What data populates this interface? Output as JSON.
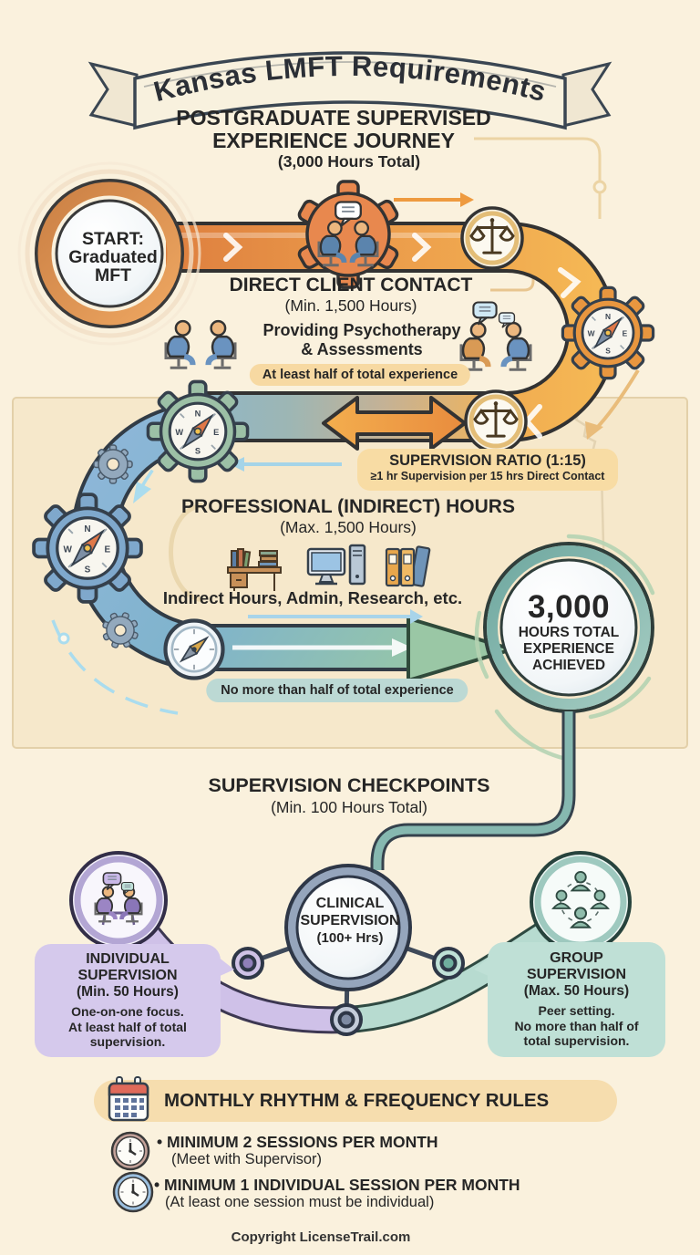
{
  "banner": {
    "title": "Kansas LMFT Requirements"
  },
  "header": {
    "line1": "POSTGRADUATE SUPERVISED",
    "line2": "EXPERIENCE JOURNEY",
    "total": "(3,000 Hours Total)"
  },
  "start": {
    "l1": "START:",
    "l2": "Graduated",
    "l3": "MFT"
  },
  "direct": {
    "title": "DIRECT CLIENT CONTACT",
    "hours": "(Min. 1,500 Hours)",
    "desc1": "Providing Psychotherapy",
    "desc2": "& Assessments",
    "note": "At least half of total experience"
  },
  "ratio": {
    "title": "SUPERVISION RATIO (1:15)",
    "detail": "≥1 hr Supervision per 15 hrs Direct Contact"
  },
  "indirect": {
    "title": "PROFESSIONAL (INDIRECT) HOURS",
    "hours": "(Max. 1,500 Hours)",
    "desc": "Indirect Hours, Admin, Research, etc.",
    "note": "No more than half of total experience"
  },
  "total": {
    "value": "3,000",
    "l1": "HOURS TOTAL",
    "l2": "EXPERIENCE",
    "l3": "ACHIEVED"
  },
  "checkpoints": {
    "title": "SUPERVISION CHECKPOINTS",
    "hours": "(Min. 100 Hours Total)"
  },
  "hub": {
    "l1": "CLINICAL",
    "l2": "SUPERVISION",
    "l3": "(100+ Hrs)"
  },
  "individual": {
    "t1": "INDIVIDUAL",
    "t2": "SUPERVISION",
    "hours": "(Min. 50 Hours)",
    "d1": "One-on-one focus.",
    "d2": "At least half of total",
    "d3": "supervision."
  },
  "group": {
    "t1": "GROUP",
    "t2": "SUPERVISION",
    "hours": "(Max. 50 Hours)",
    "d1": "Peer setting.",
    "d2": "No more than half of",
    "d3": "total supervision."
  },
  "monthly": {
    "title": "MONTHLY RHYTHM & FREQUENCY RULES",
    "bullet": "•",
    "rules": [
      {
        "bold": "MINIMUM 2 SESSIONS PER MONTH",
        "detail": "(Meet with Supervisor)"
      },
      {
        "bold": "MINIMUM 1 INDIVIDUAL SESSION PER MONTH",
        "detail": "(At least one session must be individual)"
      }
    ]
  },
  "footer": {
    "copyright": "Copyright LicenseTrail.com"
  },
  "compass": {
    "n": "N",
    "e": "E",
    "s": "S",
    "w": "W"
  },
  "icons": {
    "banner": "ribbon-banner",
    "start_node": "start-milestone-circle",
    "session_badge": "therapy-session-gear-icon",
    "scales": "balance-scales-icon",
    "gear_compass": "gear-compass-icon",
    "compass": "compass-icon",
    "gear": "gear-icon",
    "client_pair": "clients-in-session-icon",
    "speech_bubble": "speech-bubble-icon",
    "desk": "desk-with-books-icon",
    "computer": "desktop-computer-icon",
    "binders": "binders-icon",
    "total_node": "total-hours-circle",
    "hub_node": "clinical-supervision-circle",
    "individual_node": "one-on-one-table-icon",
    "group_node": "group-of-people-icon",
    "calendar": "calendar-icon",
    "clock": "clock-icon",
    "kansas": "kansas-state-outline"
  },
  "colors": {
    "background": "#faf1dd",
    "panel": "#f6e8cb",
    "path_orange": "#eda04c",
    "path_blue": "#86b4d2",
    "path_green": "#94c5a7",
    "accent_purple": "#d5c9ec",
    "accent_teal": "#bfe0d6",
    "pill_tan": "#f7d9a2",
    "pill_teal": "#bcd9d4",
    "text": "#262626"
  }
}
